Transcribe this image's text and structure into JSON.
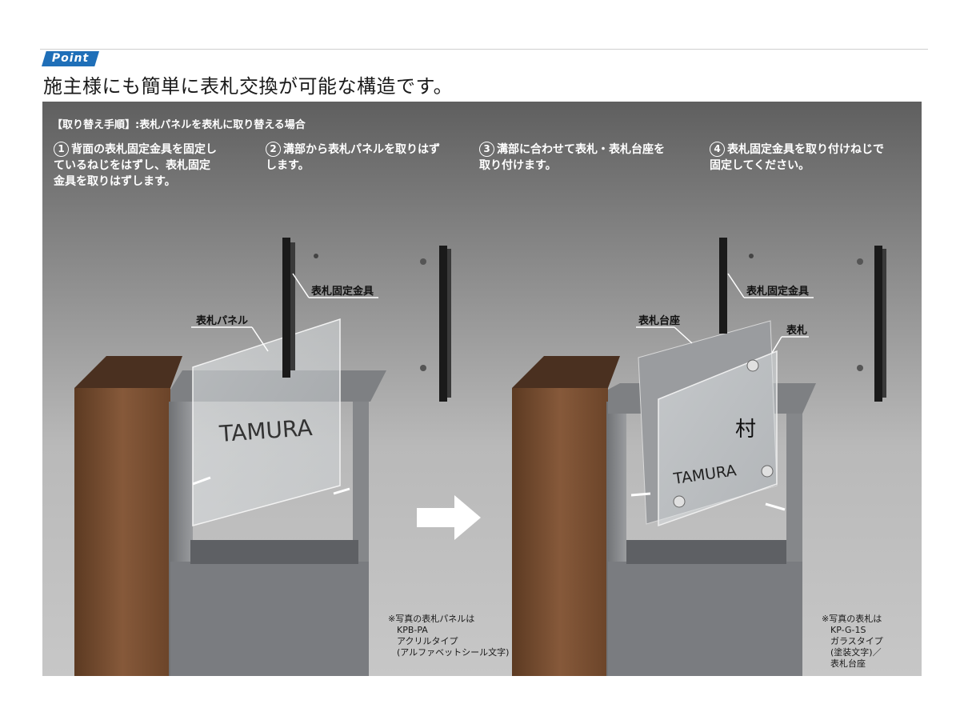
{
  "header": {
    "point_label": "Point",
    "title": "施主様にも簡単に表札交換が可能な構造です。"
  },
  "panel": {
    "subtitle": "【取り替え手順】:表札パネルを表札に取り替える場合",
    "steps": [
      {
        "num": "1",
        "text": "背面の表札固定金具を固定し\nているねじをはずし、表札固定\n金具を取りはずします。"
      },
      {
        "num": "2",
        "text": "溝部から表札パネルを取りはず\nします。"
      },
      {
        "num": "3",
        "text": "溝部に合わせて表札・表札台座を\n取り付けます。"
      },
      {
        "num": "4",
        "text": "表札固定金具を取り付けねじで\n固定してください。"
      }
    ],
    "left_illustration": {
      "callout_bracket": "表札固定金具",
      "callout_panel": "表札パネル",
      "panel_text": "TAMURA",
      "note": "※写真の表札パネルは\n　KPB-PA\n　アクリルタイプ\n　(アルファベットシール文字)"
    },
    "right_illustration": {
      "callout_bracket": "表札固定金具",
      "callout_base": "表札台座",
      "callout_plate": "表札",
      "plate_text": "TAMURA",
      "plate_kanji": "村",
      "note": "※写真の表札は\n　KP-G-1S\n　ガラスタイプ\n　(塗装文字)／\n　表札台座"
    }
  },
  "colors": {
    "accent": "#1f6fb8",
    "panel_dark": "#5f5f5f",
    "panel_light": "#c7c7c7",
    "wood": "#7a5234",
    "metal": "#8e9093"
  }
}
